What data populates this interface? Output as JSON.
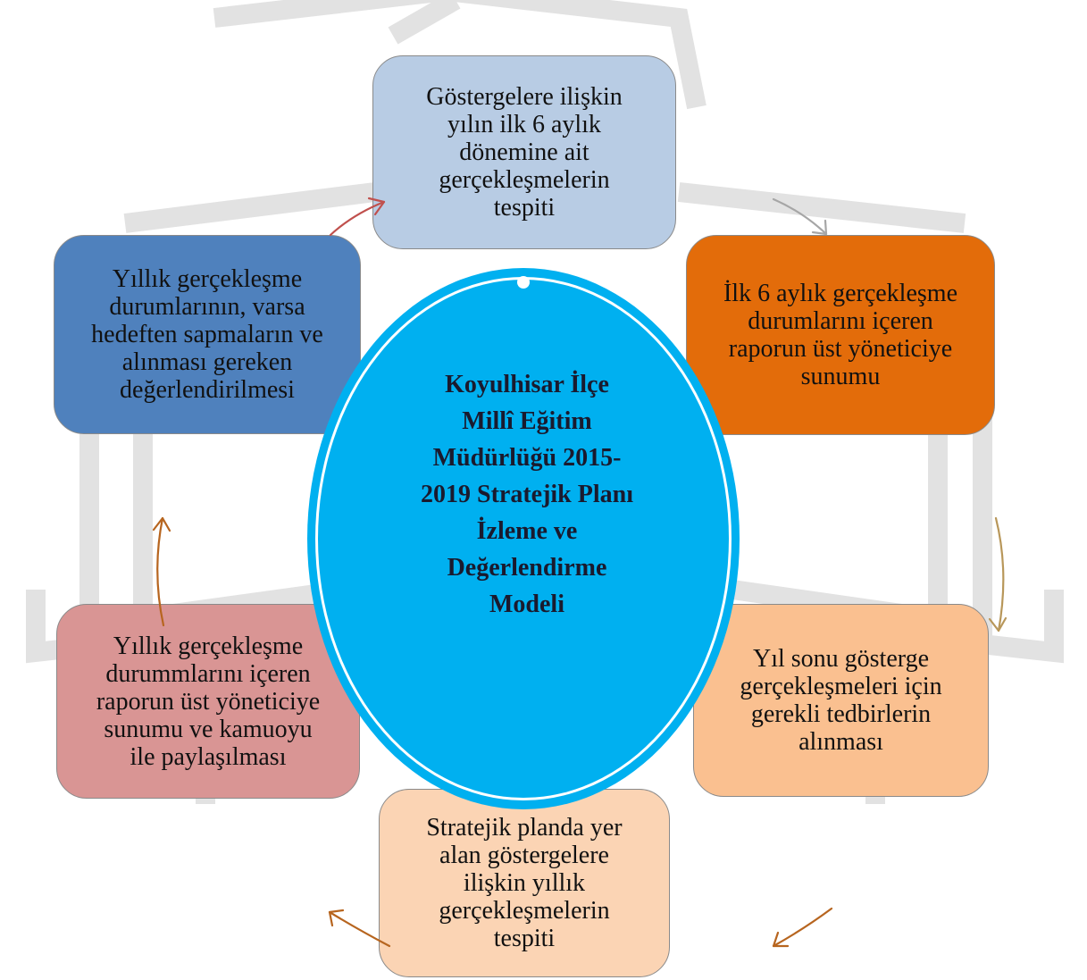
{
  "diagram": {
    "center_title_lines": [
      "Koyulhisar İlçe",
      "Millî Eğitim",
      "Müdürlüğü 2015-",
      "2019 Stratejik Planı",
      "İzleme ve",
      "Değerlendirme",
      "Modeli"
    ],
    "steps": [
      {
        "lines": [
          "Göstergelere ilişkin",
          "yılın ilk 6 aylık",
          "dönemine ait",
          "gerçekleşmelerin",
          "tespiti"
        ]
      },
      {
        "lines": [
          "İlk 6 aylık gerçekleşme",
          "durumlarını içeren",
          "raporun üst yöneticiye",
          "sunumu"
        ]
      },
      {
        "lines": [
          "Yıl sonu gösterge",
          "gerçekleşmeleri için",
          "gerekli tedbirlerin",
          "alınması"
        ]
      },
      {
        "lines": [
          "Stratejik planda yer",
          "alan göstergelere",
          "ilişkin yıllık",
          "gerçekleşmelerin",
          "tespiti"
        ]
      },
      {
        "lines": [
          "Yıllık gerçekleşme",
          "durummlarını içeren",
          "raporun üst yöneticiye",
          "sunumu ve kamuoyu",
          "ile paylaşılması"
        ]
      },
      {
        "lines": [
          "Yıllık gerçekleşme",
          "durumlarının, varsa",
          "hedeften sapmaların ve",
          "alınması gereken",
          "değerlendirilmesi"
        ]
      }
    ],
    "colors": {
      "step1": "#b8cce4",
      "step2": "#e36c0a",
      "step3": "#fac090",
      "step4": "#fbd4b4",
      "step5": "#d99594",
      "step6": "#4f81bd",
      "center": "#00b0f0",
      "arrow_dark": "#c0504d",
      "arrow_brown": "#b7651f",
      "arrow_gray": "#a6a6a6",
      "arrow_olive": "#b8975a"
    }
  }
}
